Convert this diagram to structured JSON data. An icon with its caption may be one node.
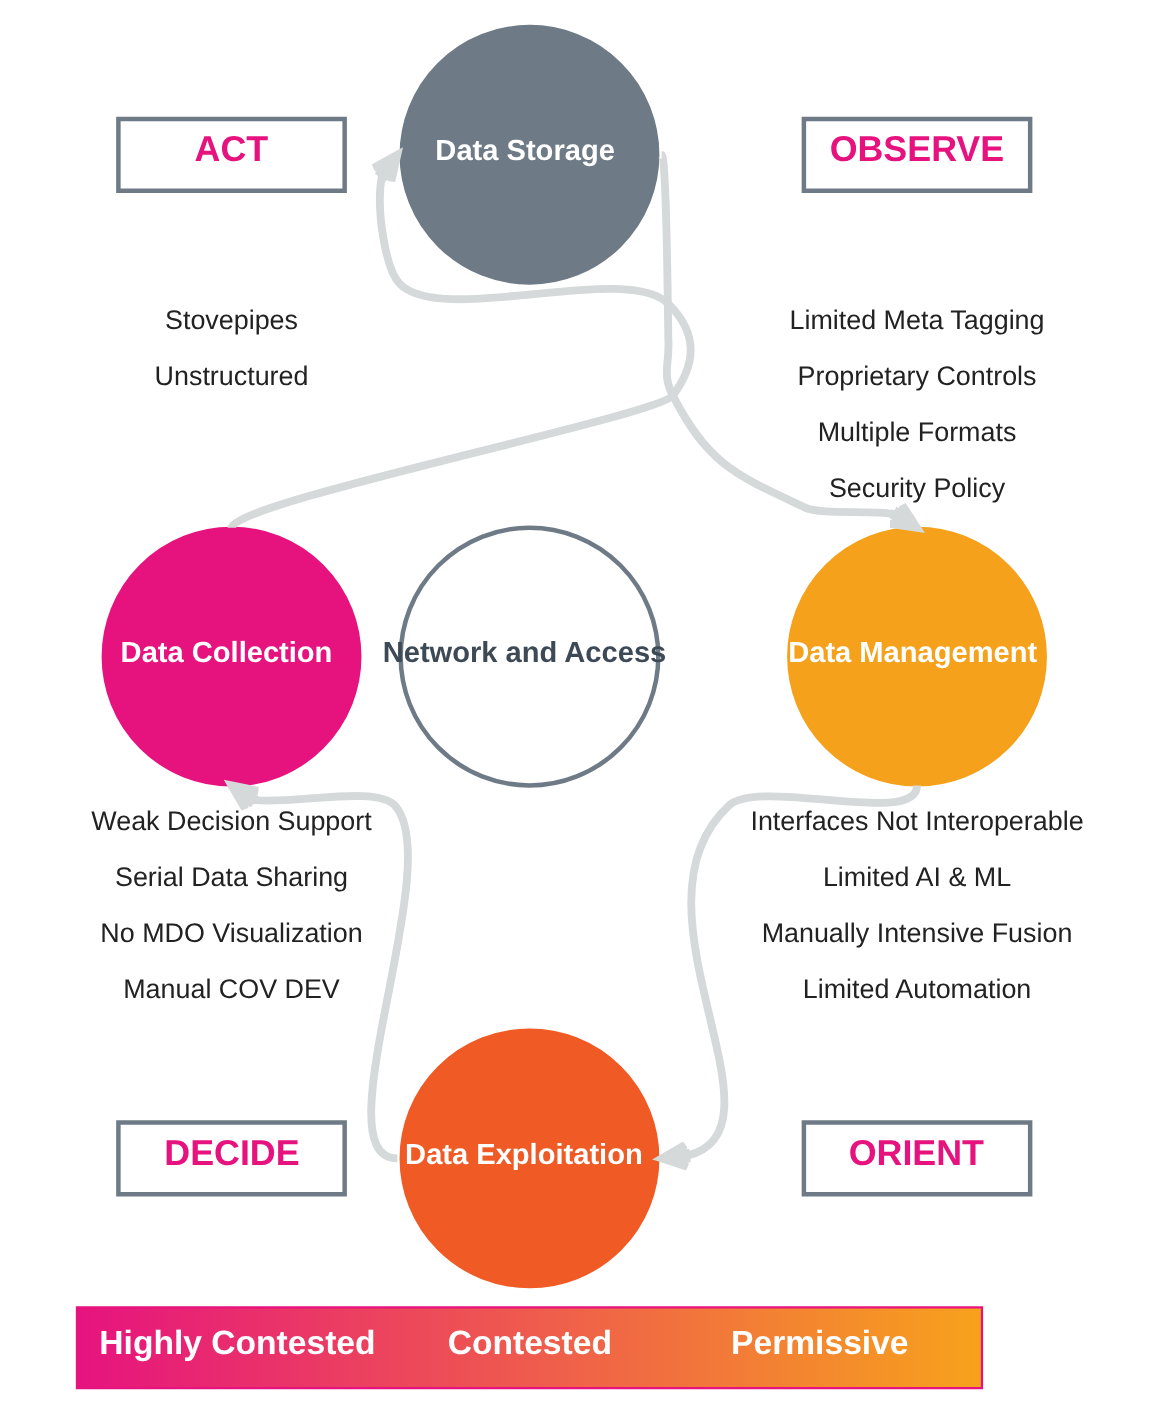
{
  "diagram": {
    "nodes": [
      {
        "text": [
          "ACT"
        ]
      },
      {
        "text": [
          "Data Storage"
        ]
      },
      {
        "text": [
          "OBSERVE"
        ]
      },
      {
        "text": [
          "Data Collection"
        ]
      },
      {
        "text": [
          "Network and Access"
        ]
      },
      {
        "text": [
          "Data Management"
        ]
      },
      {
        "text": [
          "DECIDE"
        ]
      },
      {
        "text": [
          "Data Exploitation"
        ]
      },
      {
        "text": [
          "ORIENT"
        ]
      },
      {
        "text": [
          "Highly Contested",
          "Contested",
          "Permissive"
        ]
      }
    ],
    "edges": [
      {
        "from": 1,
        "to": 5,
        "arrow": "to"
      },
      {
        "from": 5,
        "to": 7,
        "arrow": "to"
      },
      {
        "from": 7,
        "to": 3,
        "arrow": "to"
      },
      {
        "from": 3,
        "to": 1,
        "arrow": "to"
      }
    ],
    "labels": [
      "Stovepipes",
      "Unstructured",
      "Limited Meta Tagging",
      "Proprietary Controls",
      "Multiple Formats",
      "Security Policy",
      "Weak Decision Support",
      "Serial Data Sharing",
      "No MDO Visualization",
      "Manual COV DEV",
      "Interfaces Not Interoperable",
      "Limited AI & ML",
      "Manually Intensive Fusion",
      "Limited Automation"
    ]
  }
}
